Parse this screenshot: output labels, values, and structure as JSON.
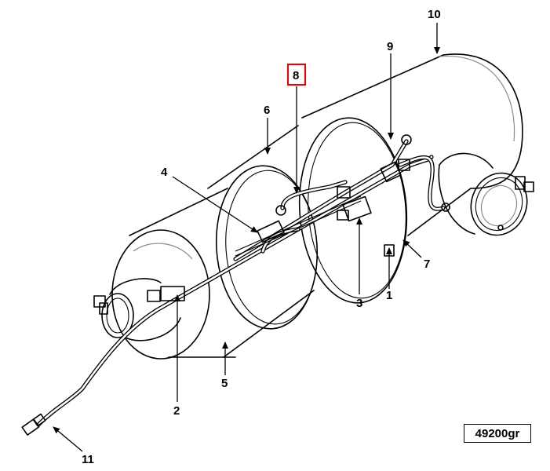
{
  "figure": {
    "id": "49200gr",
    "highlight_color": "#d01010"
  },
  "callouts": {
    "c1": "1",
    "c2": "2",
    "c3": "3",
    "c4": "4",
    "c5": "5",
    "c6": "6",
    "c7": "7",
    "c8": "8",
    "c9": "9",
    "c10": "10",
    "c11": "11"
  },
  "highlighted_callout": "8"
}
